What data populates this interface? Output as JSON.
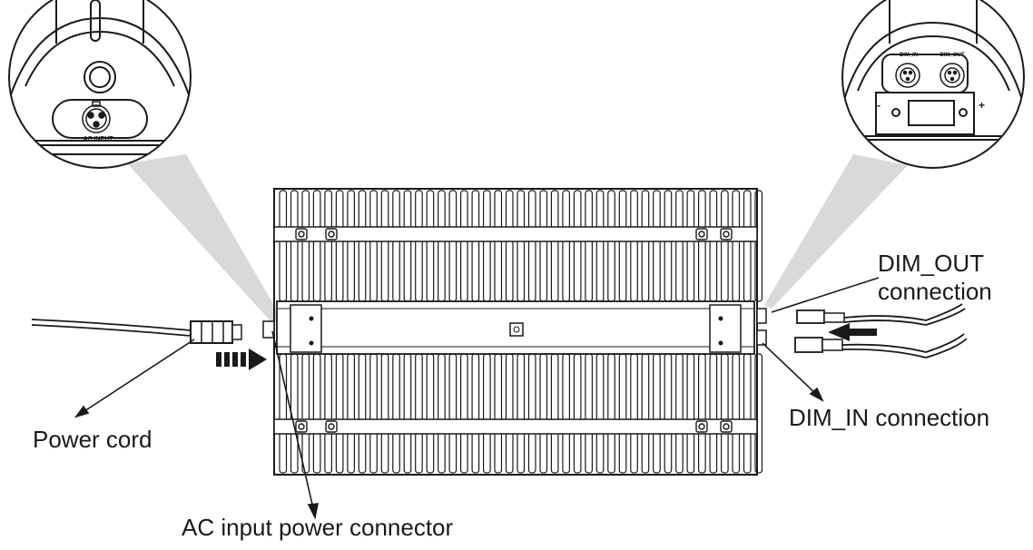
{
  "labels": {
    "power_cord": "Power cord",
    "ac_connector": "AC input power connector",
    "dim_out_line1": "DIM_OUT",
    "dim_out_line2": "connection",
    "dim_in": "DIM_IN connection"
  },
  "panel_labels": {
    "ac_input": "AC INPUT",
    "dim_in": "DIM_IN",
    "dim_out": "DIM_OUT",
    "minus": "-",
    "plus": "+"
  },
  "colors": {
    "line": "#1a1a1a",
    "callout_fill": "#d9d9d9",
    "background": "#ffffff"
  }
}
